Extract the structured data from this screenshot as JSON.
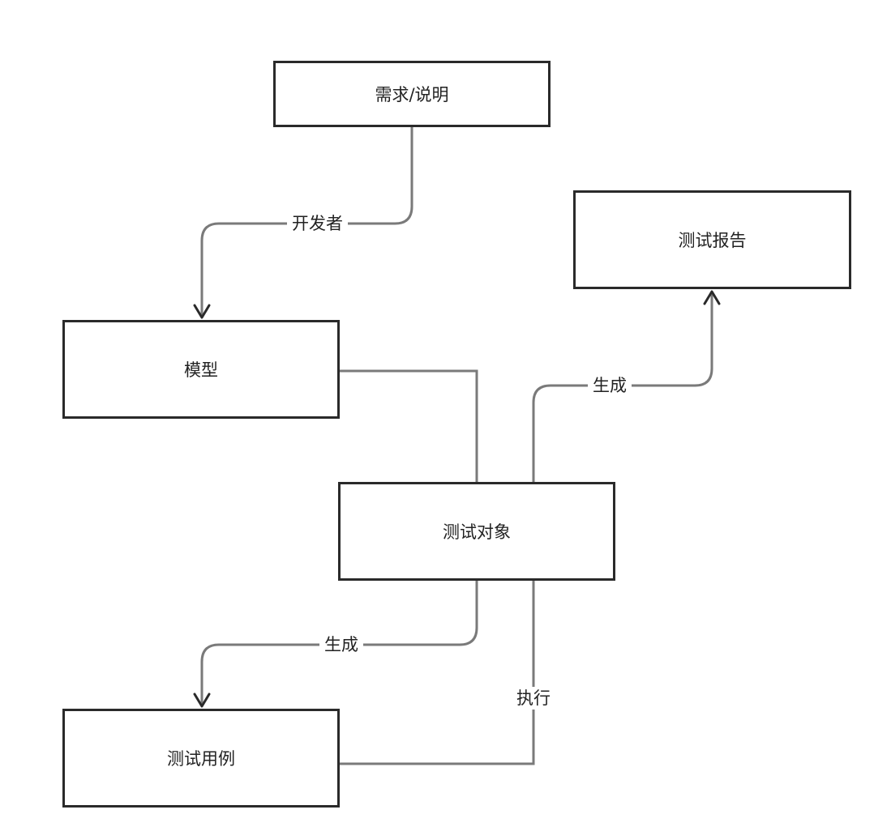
{
  "diagram": {
    "nodes": {
      "requirements": "需求/说明",
      "model": "模型",
      "test_object": "测试对象",
      "test_report": "测试报告",
      "test_cases": "测试用例"
    },
    "edge_labels": {
      "developer": "开发者",
      "generate_report": "生成",
      "generate_cases": "生成",
      "execute": "执行"
    },
    "colors": {
      "node_border": "#2a2a2a",
      "edge": "#7a7a7a",
      "arrowhead": "#2a2a2a",
      "background": "#ffffff"
    }
  }
}
